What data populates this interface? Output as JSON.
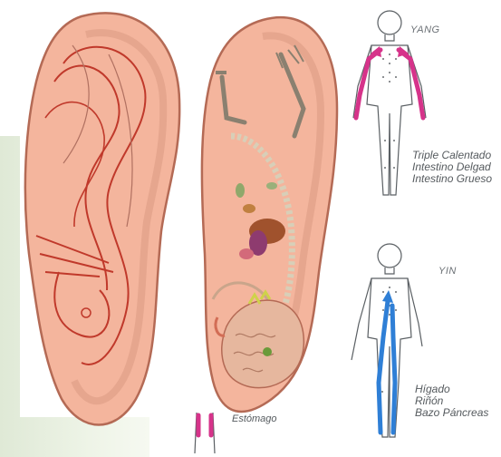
{
  "labels": {
    "yang": "YANG",
    "yin": "YIN",
    "yang_meridians": [
      "Triple Calentado",
      "Intestino Delgad",
      "Intestino Grueso"
    ],
    "yin_meridians": [
      "Hígado",
      "Riñón",
      "Bazo Páncreas"
    ],
    "stomach": "Estómago"
  },
  "colors": {
    "ear_skin": "#f4b59d",
    "ear_outline": "#b46a55",
    "meridian_lines": "#c0392b",
    "yang_arrow": "#d6338a",
    "yin_arrow": "#2f7fd6",
    "background_band": "#e6eedd"
  }
}
